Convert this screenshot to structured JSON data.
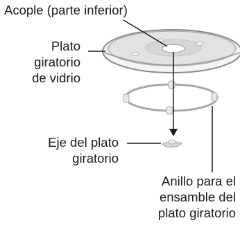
{
  "labels": {
    "coupler": "Acople (parte inferior)",
    "plate": [
      "Plato",
      "giratorio",
      "de vidrio"
    ],
    "shaft": [
      "Eje del plato",
      "giratorio"
    ],
    "ring": [
      "Anillo para el",
      "ensamble del",
      "plato giratorio"
    ]
  },
  "colors": {
    "text": "#1a1a1a",
    "line": "#1a1a1a",
    "part_outline": "#8a8a8a",
    "part_fill": "#e6e6e6"
  },
  "icons": [
    "glass-turntable-plate-icon",
    "roller-ring-icon",
    "turntable-shaft-icon"
  ]
}
